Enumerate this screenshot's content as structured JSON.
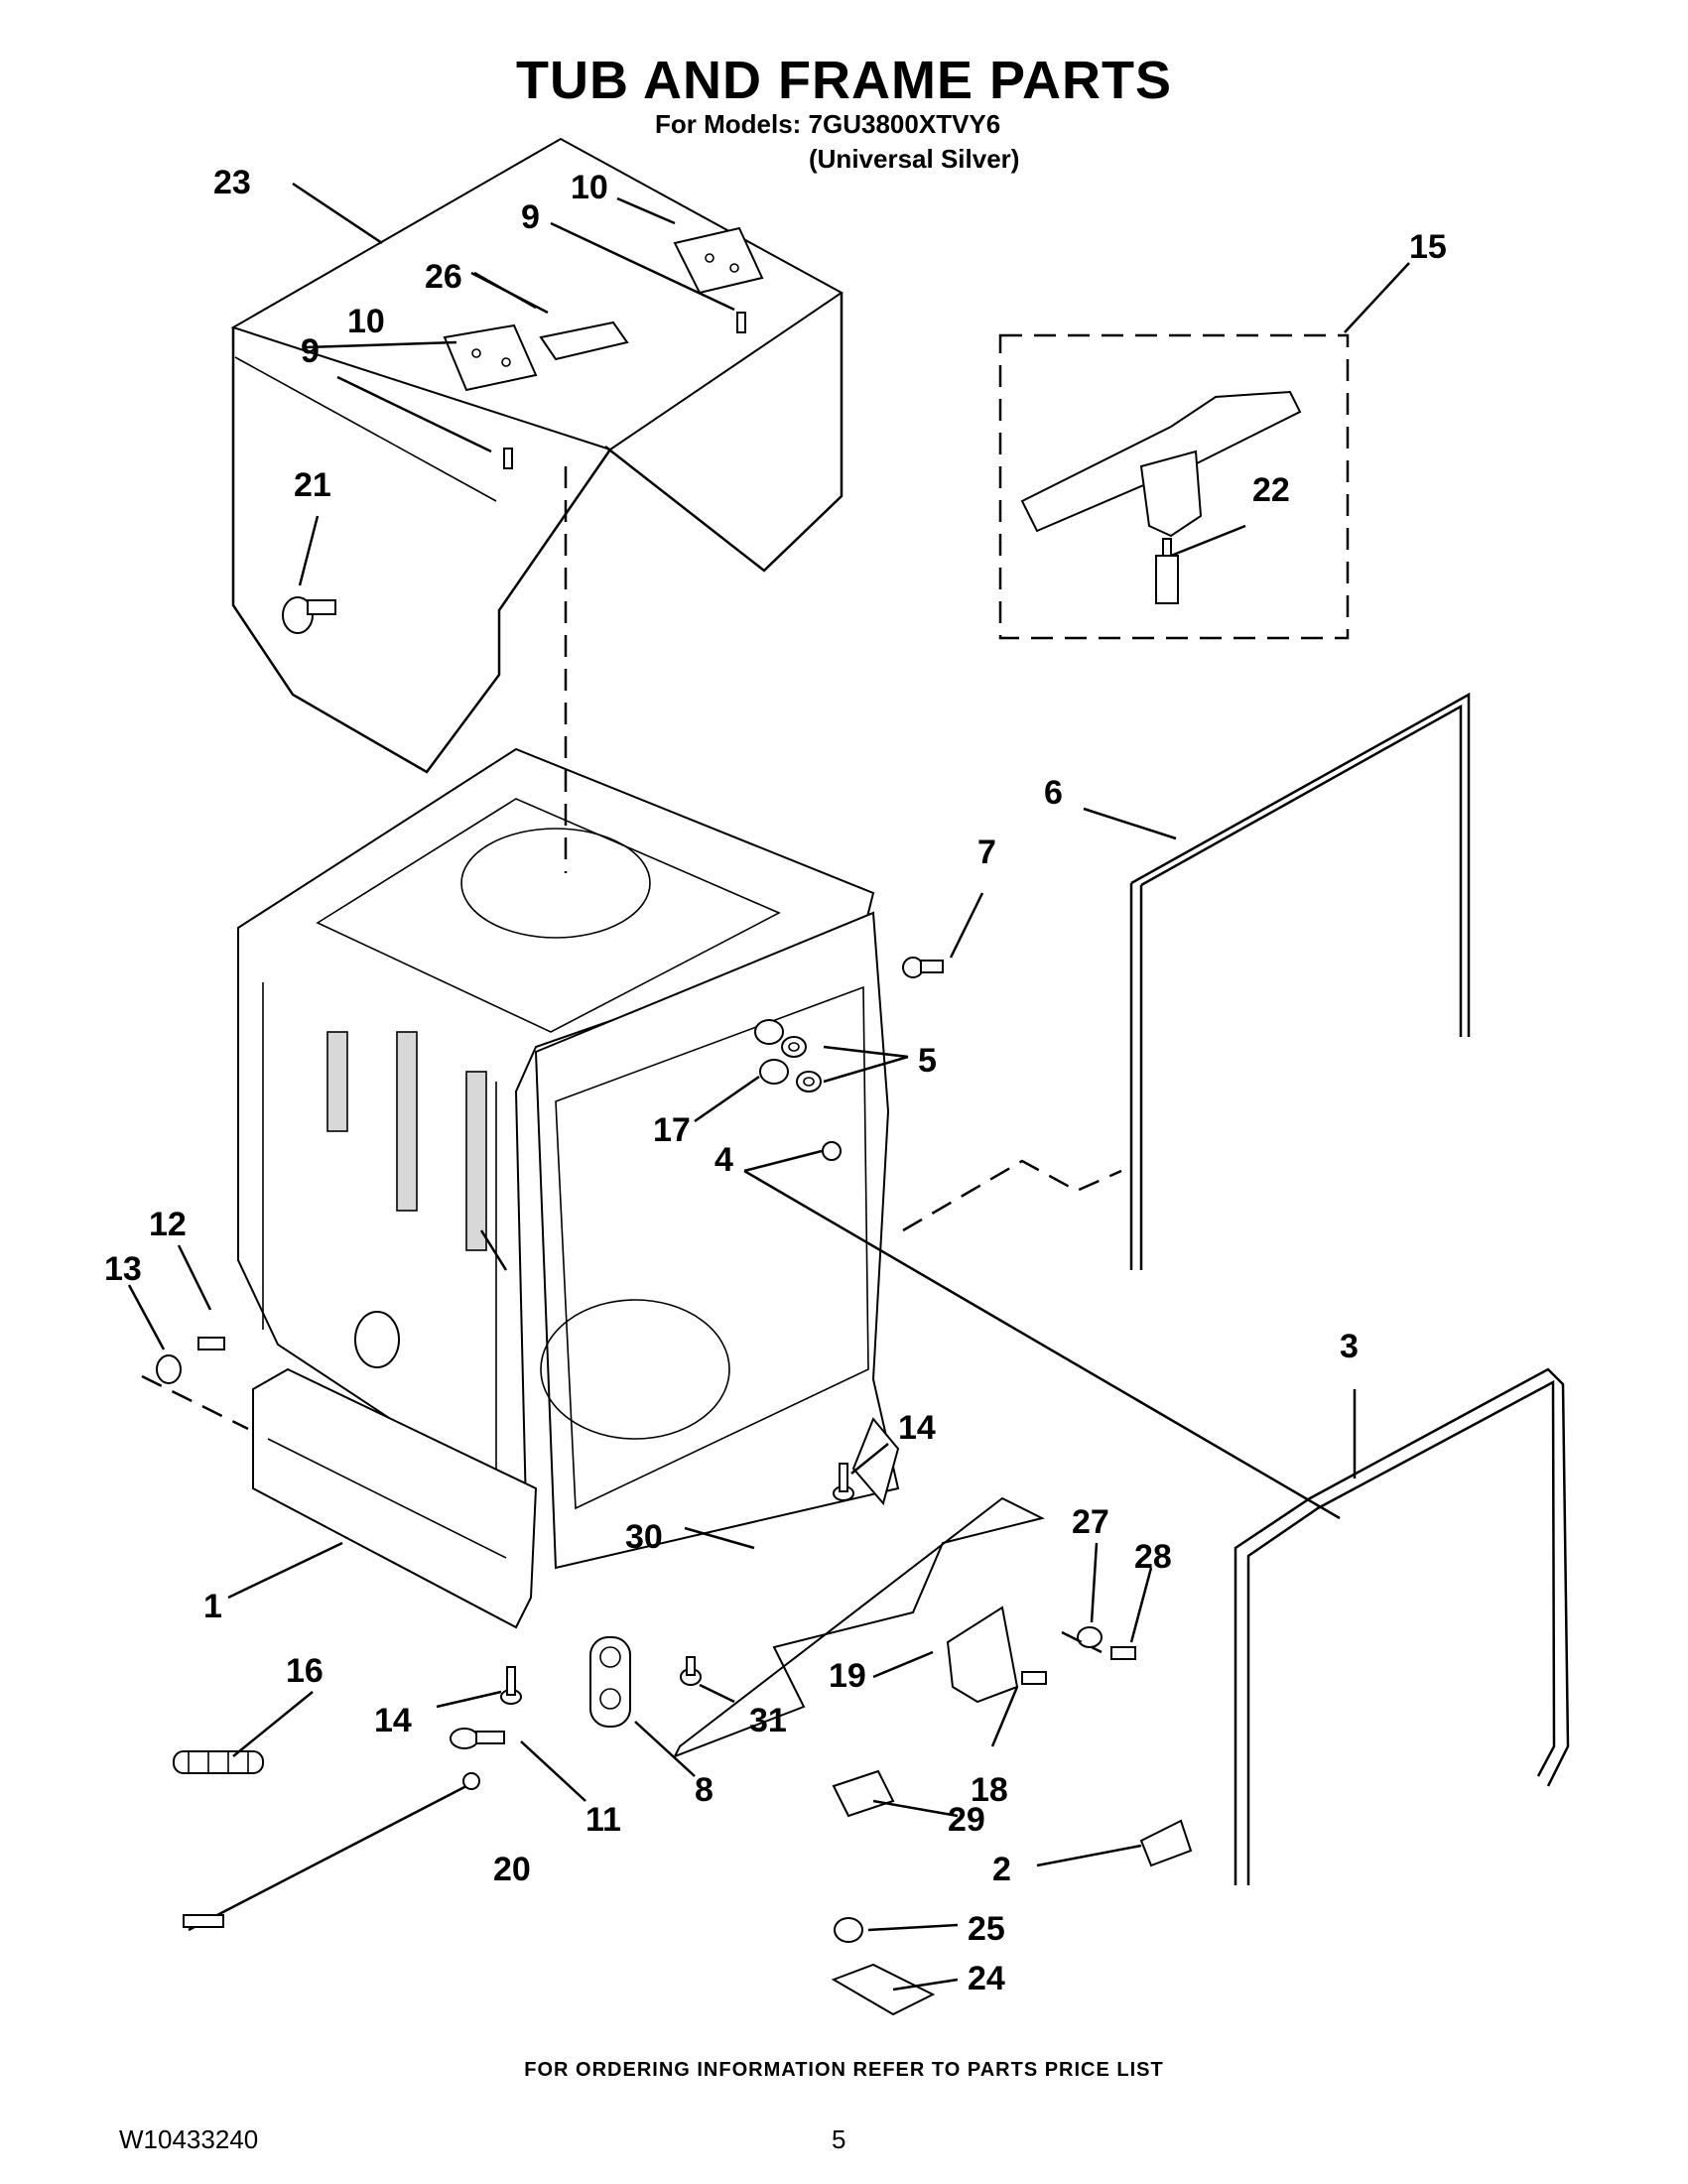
{
  "header": {
    "title": "TUB AND FRAME PARTS",
    "models_line": "For Models: 7GU3800XTVY6",
    "color_line": "(Universal Silver)"
  },
  "callouts": [
    "1",
    "2",
    "3",
    "4",
    "5",
    "6",
    "7",
    "8",
    "9",
    "9",
    "10",
    "10",
    "11",
    "12",
    "13",
    "14",
    "14",
    "15",
    "16",
    "17",
    "18",
    "19",
    "20",
    "21",
    "22",
    "23",
    "24",
    "25",
    "26",
    "27",
    "28",
    "29",
    "30",
    "31"
  ],
  "footer": {
    "ordering_note": "FOR ORDERING INFORMATION REFER TO PARTS PRICE LIST",
    "doc_number": "W10433240",
    "page_number": "5"
  }
}
